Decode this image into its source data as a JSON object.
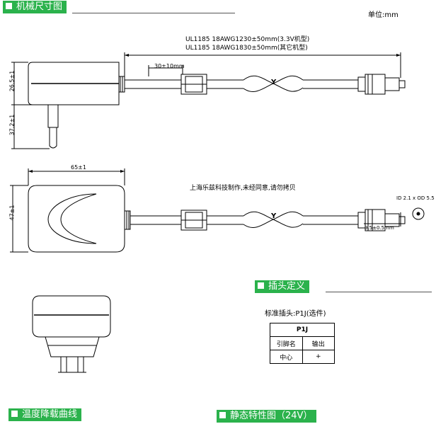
{
  "sections": {
    "dimensions": "机械尺寸图",
    "plug_def": "插头定义",
    "derating": "温度降载曲线",
    "static_curve": "静态特性图（24V）"
  },
  "unit": "单位:mm",
  "cable_spec": [
    "UL1185 18AWG1230±50mm(3.3V机型)",
    "UL1185 18AWG1830±50mm(其它机型)"
  ],
  "dims": {
    "strain_relief": "30±10mm",
    "body_height": "26.5±1",
    "prong_length": "37.2±1",
    "width": "65±1",
    "depth": "47±1",
    "plug_length": "9.5±0.5mm",
    "plug_id_od": "ID 2.1 x OD 5.5"
  },
  "cable_marker": "Y",
  "copyright": "上海乐兹科技制作,未经同意,请勿拷贝",
  "plug": {
    "standard": "标准插头:P1J(选件)",
    "table_title": "P1J",
    "header_left": "引脚名",
    "header_right": "输出",
    "row_left": "中心",
    "row_right": "+"
  }
}
